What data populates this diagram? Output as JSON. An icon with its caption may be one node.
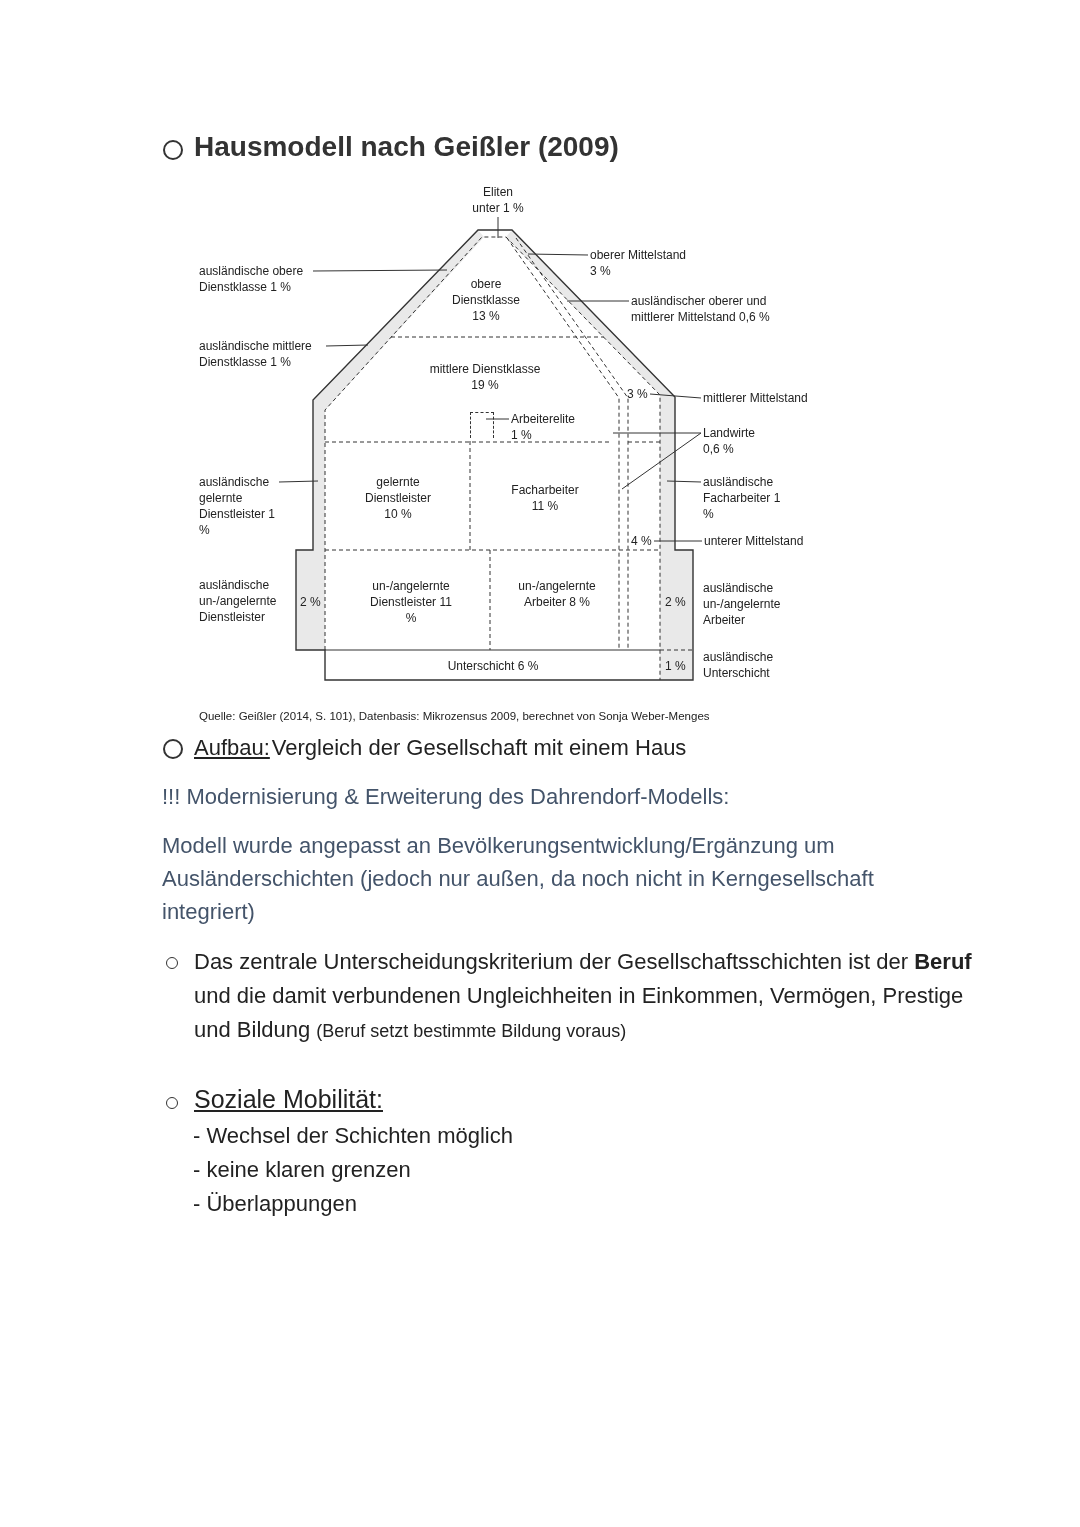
{
  "diagram": {
    "title": "Hausmodell nach Geißler (2009)",
    "caption": "Quelle: Geißler (2014, S. 101), Datenbasis: Mikrozensus 2009, berechnet von Sonja Weber-Menges",
    "nodes": [
      {
        "text": [
          "Eliten unter 1 %"
        ]
      },
      {
        "text": [
          "ausländische obere Dienstklasse 1 %"
        ]
      },
      {
        "text": [
          "oberer Mittelstand 3 %"
        ]
      },
      {
        "text": [
          "ausländischer oberer und mittlerer Mittelstand 0,6 %"
        ]
      },
      {
        "text": [
          "ausländische mittlere Dienstklasse 1 %"
        ]
      },
      {
        "text": [
          "mittlerer Mittelstand"
        ]
      },
      {
        "text": [
          "Arbeiterelite 1 %"
        ]
      },
      {
        "text": [
          "Landwirte 0,6 %"
        ]
      },
      {
        "text": [
          "ausländische gelernte Dienstleister 1 %"
        ]
      },
      {
        "text": [
          "ausländische Facharbeiter 1 %"
        ]
      },
      {
        "text": [
          "unterer Mittelstand"
        ]
      },
      {
        "text": [],
        "shape": "band"
      },
      {
        "text": [],
        "shape": "band"
      },
      {
        "text": [],
        "shape": "box"
      },
      {
        "text": [
          "3 %"
        ]
      },
      {
        "text": [
          "4 %"
        ]
      }
    ],
    "edges": [
      {
        "from": 0,
        "to": null,
        "arrow": "none"
      },
      {
        "from": 1,
        "to": 11,
        "arrow": "none"
      },
      {
        "from": 2,
        "to": null,
        "arrow": "none"
      },
      {
        "from": 3,
        "to": null,
        "arrow": "none"
      },
      {
        "from": 4,
        "to": 11,
        "arrow": "none"
      },
      {
        "from": 5,
        "to": 14,
        "arrow": "none"
      },
      {
        "from": 6,
        "to": 13,
        "arrow": "none"
      },
      {
        "from": 7,
        "to": null,
        "arrow": "none"
      },
      {
        "from": 7,
        "to": null,
        "arrow": "none"
      },
      {
        "from": 8,
        "to": 11,
        "arrow": "none"
      },
      {
        "from": 9,
        "to": 12,
        "arrow": "none"
      },
      {
        "from": 10,
        "to": 15,
        "arrow": "none"
      }
    ],
    "labels": [
      "obere Dienstklasse 13 %",
      "mittlere Dienstklasse 19 %",
      "gelernte Dienstleister 10 %",
      "Facharbeiter 11 %",
      "ausländische un-/angelernte Dienstleister",
      "2 %",
      "un-/angelernte Dienstleister 11 %",
      "un-/angelernte Arbeiter 8 %",
      "2 %",
      "ausländische un-/angelernte Arbeiter",
      "Unterschicht 6 %",
      "1 %",
      "ausländische Unterschicht",
      "Aufbau:",
      "Vergleich der Gesellschaft mit einem Haus",
      "!!! Modernisierung & Erweiterung des Dahrendorf-Modells:",
      "Modell wurde angepasst an Bevölkerungsentwicklung/Ergänzung um Ausländerschichten (jedoch nur außen, da noch nicht in Kerngesellschaft integriert)",
      "Das zentrale Unterscheidungskriterium der Gesellschaftsschichten ist der **Beruf** und die damit verbundenen Ungleichheiten in Einkommen, Vermögen, Prestige und Bildung",
      "(Beruf setzt bestimmte Bildung voraus)",
      "Soziale Mobilität:",
      "- Wechsel der Schichten möglich",
      "- keine klaren grenzen",
      "- Überlappungen"
    ]
  }
}
